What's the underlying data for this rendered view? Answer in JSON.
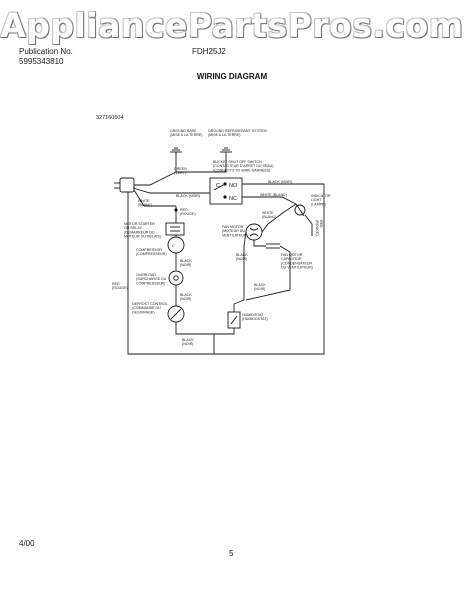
{
  "watermark": "AppliancePartsPros.com",
  "header": {
    "publication_label": "Publication No.",
    "publication_number": "5995343810",
    "model": "FDH25J2"
  },
  "title": "WIRING DIAGRAM",
  "diagram": {
    "part_number": "327160504",
    "labels": {
      "ground_base": "GROUND BASE\n(MISE A LA TERRE)",
      "ground_refrigerant": "GROUND REFRIGERANT SYSTEM\n(MISE A LA TERRE)",
      "green": "GREEN\n(VERT)",
      "bucket_switch": "BUCKET SHUT OFF SWITCH\n(CONTACTEUR D'ARRET DU SEAU)\n(CONNECTS TO WIRE HARNESS)",
      "black_noir_top": "BLACK (NOIR)",
      "black_noir_left": "BLACK (NOIR)",
      "white_blanc_top": "WHITE (BLANC)",
      "white_blanc_left": "WHITE\n(BLANC)",
      "red_rouge_top": "RED\n(ROUGE)",
      "red_rouge_left": "RED\n(ROUGE)",
      "red_rouge_right": "RED\n(ROUGE)",
      "motor_starter": "MOTOR STARTER\nOR RELAY\n(DEMARREUR DU\nMOTEUR OU RELAIS)",
      "compressor": "COMPRESSOR\n(COMPRESSEUR)",
      "overload": "OVERLOAD\n(SURCHARGE DU\nCOMPRESSEUR)",
      "defrost_control": "DEFROST CONTROL\n(COMMANDE DU\nDEGIVRAGE)",
      "fan_motor": "FAN MOTOR\n(MOTEUR DU\nVENTILATEUR)",
      "fan_motor_capacitor": "FAN MOTOR\nCAPACITOR\n(CONDENSATEUR\nDU VENTILATEUR)",
      "humidistat": "HUMIDISTAT\n(HUMIDOSTAT)",
      "indicator_light": "INDICATOR\nLIGHT\n(LAMPE)",
      "black_noir_a": "BLACK\n(NOIR)",
      "black_noir_b": "BLACK\n(NOIR)",
      "black_noir_c": "BLACK\n(NOIR)",
      "black_noir_d": "BLACK\n(NOIR)",
      "black_noir_e": "BLACK\n(NOIR)",
      "white_blanc_mid": "WHITE\n(BLANC)",
      "switch_c": "C",
      "switch_no": "NO",
      "switch_nc": "NC"
    }
  },
  "footer": {
    "date": "4/00",
    "page": "5"
  }
}
